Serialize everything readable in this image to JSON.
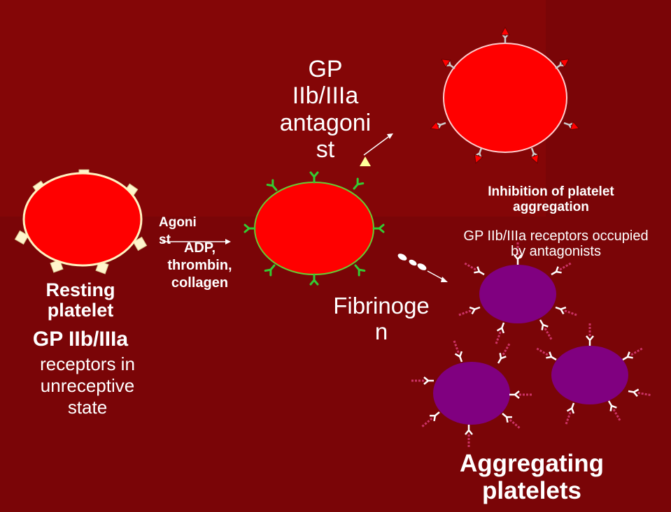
{
  "colors": {
    "background": "#7d0608",
    "platelet_red": "#ff0000",
    "platelet_purple": "#800080",
    "receptor_green": "#33cc33",
    "receptor_cream": "#fff5cc",
    "antagonist_tri": "#ffff99"
  },
  "labels": {
    "resting_title": "Resting\nplatelet",
    "resting_sub": "GP IIb/IIIa",
    "resting_desc": "receptors in\nunreceptive\nstate",
    "agonist": "Agoni\nst",
    "agonist_list": "ADP,\nthrombin,\ncollagen",
    "antagonist": "GP\nIIb/IIIa\nantagoni\nst",
    "fibrinogen": "Fibrinoge\nn",
    "inhibition": "Inhibition of platelet\naggregation",
    "occupied": "GP IIb/IIIa receptors occupied\nby antagonists",
    "aggregating": "Aggregating\nplatelets"
  },
  "icons": {
    "resting_receptor": "square-receptor-icon",
    "active_receptor": "y-receptor-icon",
    "blocked_receptor": "triangle-blocked-receptor-icon",
    "fibrinogen": "fibrinogen-molecule-icon",
    "antagonist": "triangle-antagonist-icon"
  }
}
